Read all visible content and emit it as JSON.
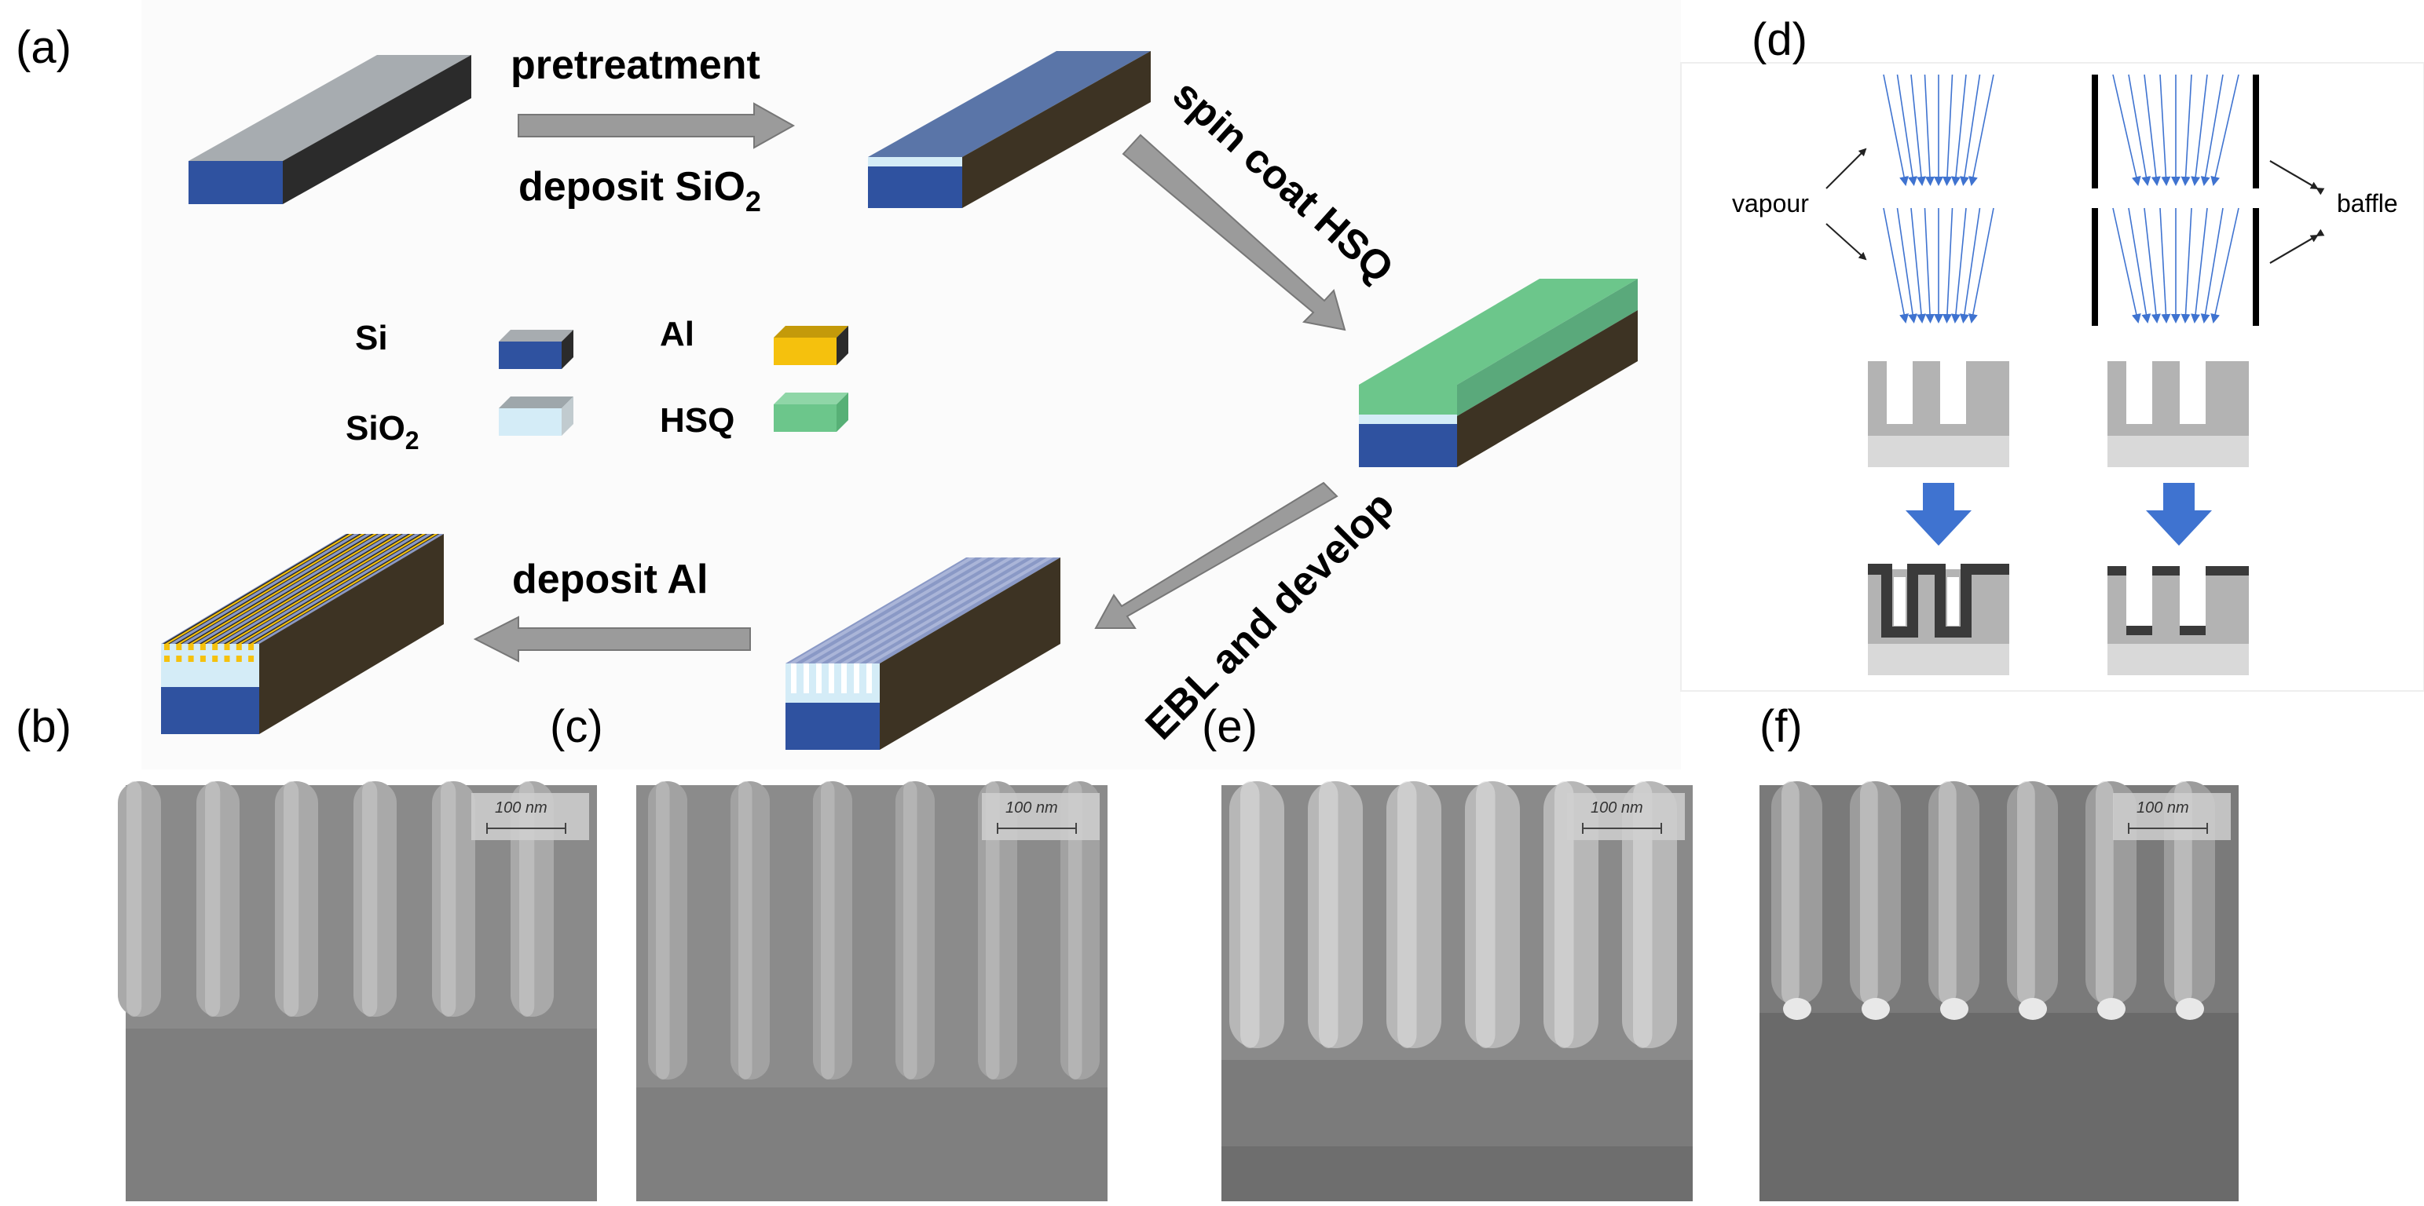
{
  "panels": {
    "a": "(a)",
    "b": "(b)",
    "c": "(c)",
    "d": "(d)",
    "e": "(e)",
    "f": "(f)"
  },
  "steps": {
    "pretreatment": "pretreatment",
    "deposit_sio2_prefix": "deposit SiO",
    "deposit_sio2_sub": "2",
    "spin_coat": "spin coat HSQ",
    "ebl": "EBL and develop",
    "deposit_al": "deposit Al"
  },
  "legend": [
    {
      "label": "Si",
      "sub": "",
      "color": "#2f52a0"
    },
    {
      "label": "SiO",
      "sub": "2",
      "color": "#d4ecf7"
    },
    {
      "label": "Al",
      "sub": "",
      "color": "#f5c10d"
    },
    {
      "label": "HSQ",
      "sub": "",
      "color": "#6cc68b"
    }
  ],
  "deposition_panel": {
    "vapour_label": "vapour",
    "baffle_label": "baffle"
  },
  "sem": {
    "scale_text": "100 nm"
  },
  "colors": {
    "si": "#2f52a0",
    "sio2_light": "#d4ecf7",
    "sio2_top": "#8a99c6",
    "hsq": "#6cc68b",
    "al": "#f5c10d",
    "substrate_dark": "#3d3323",
    "arrow_gray": "#9b9b9b",
    "flow_blue": "#3f73d0"
  }
}
